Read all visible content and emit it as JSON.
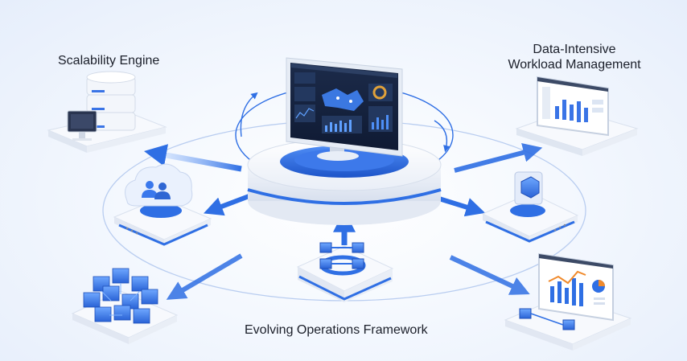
{
  "labels": {
    "scalability": "Scalability Engine",
    "data_intensive_line1": "Data-Intensive",
    "data_intensive_line2": "Workload Management",
    "evolving": "Evolving Operations Framework"
  },
  "colors": {
    "accent": "#2f6fe4",
    "accent_dark": "#1f4fb8",
    "accent_light": "#7fb2ff",
    "platform": "#f4f7fc",
    "background": "#eef3fb"
  },
  "icons": [
    "central-monitor-icon",
    "server-rack-icon",
    "desktop-computer-icon",
    "cloud-users-icon",
    "cube-icon",
    "network-cubes-icon",
    "workflow-nodes-icon",
    "dashboard-monitor-icon",
    "analytics-monitor-icon"
  ]
}
